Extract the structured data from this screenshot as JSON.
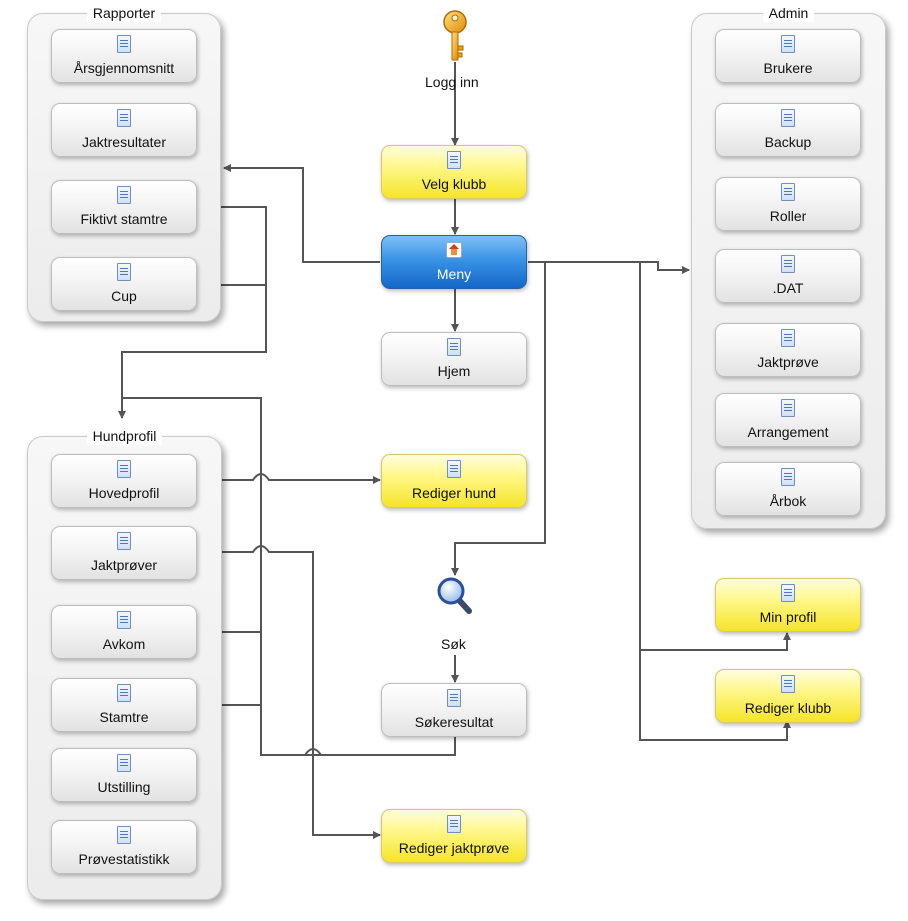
{
  "groups": {
    "rapporter": "Rapporter",
    "admin": "Admin",
    "hundprofil": "Hundprofil"
  },
  "rapporter": [
    "Årsgjennomsnitt",
    "Jaktresultater",
    "Fiktivt stamtre",
    "Cup"
  ],
  "admin": [
    "Brukere",
    "Backup",
    "Roller",
    ".DAT",
    "Jaktprøve",
    "Arrangement",
    "Årbok"
  ],
  "hundprofil": [
    "Hovedprofil",
    "Jaktprøver",
    "Avkom",
    "Stamtre",
    "Utstilling",
    "Prøvestatistikk"
  ],
  "center": {
    "login": "Logg inn",
    "velg_klubb": "Velg klubb",
    "meny": "Meny",
    "hjem": "Hjem",
    "rediger_hund": "Rediger hund",
    "sok": "Søk",
    "sokeresultat": "Søkeresultat",
    "rediger_jaktprove": "Rediger jaktprøve"
  },
  "right": {
    "min_profil": "Min profil",
    "rediger_klubb": "Rediger klubb"
  },
  "icons": {
    "login": "key-icon",
    "search": "magnifier-icon",
    "page": "document-icon",
    "home": "home-icon"
  },
  "colors": {
    "yellow": "#fff78a",
    "blue": "#1f7ad8",
    "line": "#555555"
  }
}
